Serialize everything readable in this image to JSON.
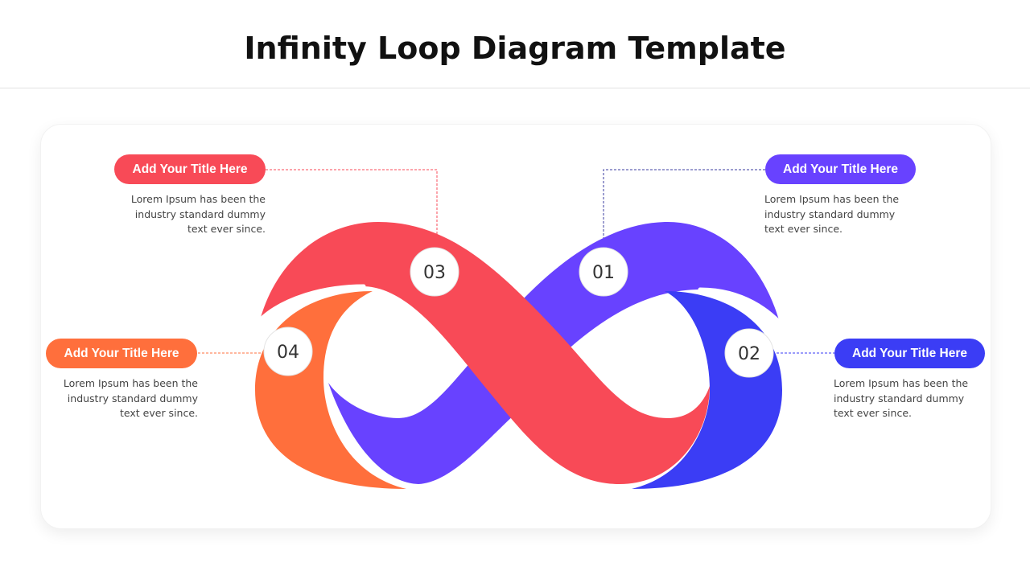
{
  "page": {
    "title": "Infinity Loop Diagram Template"
  },
  "steps": [
    {
      "number": "01",
      "title": "Add Your Title Here",
      "description": [
        "Lorem Ipsum has been the",
        "industry standard dummy",
        "text ever since."
      ],
      "color": "#6842FF"
    },
    {
      "number": "02",
      "title": "Add Your Title Here",
      "description": [
        "Lorem Ipsum has been the",
        "industry standard dummy",
        "text ever since."
      ],
      "color": "#3B3DF5"
    },
    {
      "number": "03",
      "title": "Add Your Title Here",
      "description": [
        "Lorem Ipsum has been the",
        "industry standard dummy",
        "text ever since."
      ],
      "color": "#F84A57"
    },
    {
      "number": "04",
      "title": "Add Your Title Here",
      "description": [
        "Lorem Ipsum has been the",
        "industry standard dummy",
        "text ever since."
      ],
      "color": "#FF6F3C"
    }
  ]
}
